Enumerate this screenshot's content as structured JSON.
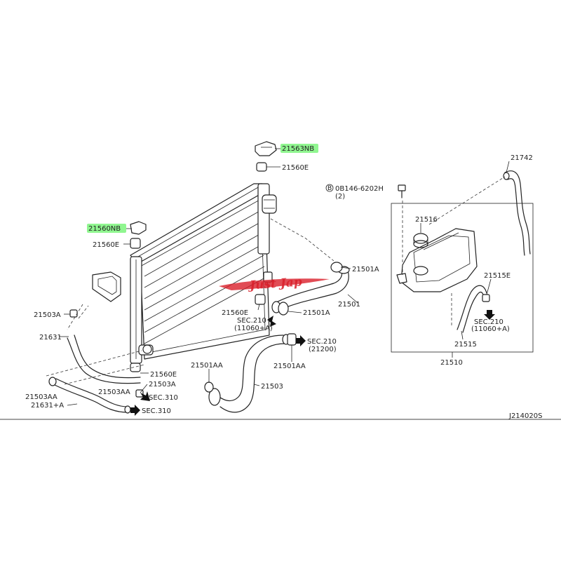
{
  "diagram": {
    "code": "J214020S",
    "highlight_color": "#7cf57c",
    "watermark_color": "#d91f2a",
    "watermark_text": "Just Jap",
    "labels": {
      "p21563NB": "21563NB",
      "p21560E_top": "21560E",
      "p21560NB": "21560NB",
      "p21560E_left": "21560E",
      "bolt": "0B146-6202H",
      "bolt_symbol": "B",
      "bolt_qty": "(2)",
      "p21742": "21742",
      "p21516": "21516",
      "p21501A_top": "21501A",
      "p21501": "21501",
      "p21501A_mid": "21501A",
      "p21560E_mid": "21560E",
      "sec210_a": "SEC.210",
      "sec210_a_sub": "(11060+A)",
      "sec210_b": "SEC.210",
      "sec210_b_sub": "(21200)",
      "p21501AA_right": "21501AA",
      "p21501AA_left": "21501AA",
      "p21503": "21503",
      "p21515E": "21515E",
      "sec210_c": "SEC.210",
      "sec210_c_sub": "(11060+A)",
      "p21515": "21515",
      "p21510": "21510",
      "p21503A_top": "21503A",
      "p21631": "21631",
      "p21560E_bot": "21560E",
      "p21503A_bot": "21503A",
      "p21503AA_left": "21503AA",
      "p21503AA_mid": "21503AA",
      "sec310_a": "SEC.310",
      "sec310_b": "SEC.310",
      "p21631A": "21631+A"
    }
  }
}
